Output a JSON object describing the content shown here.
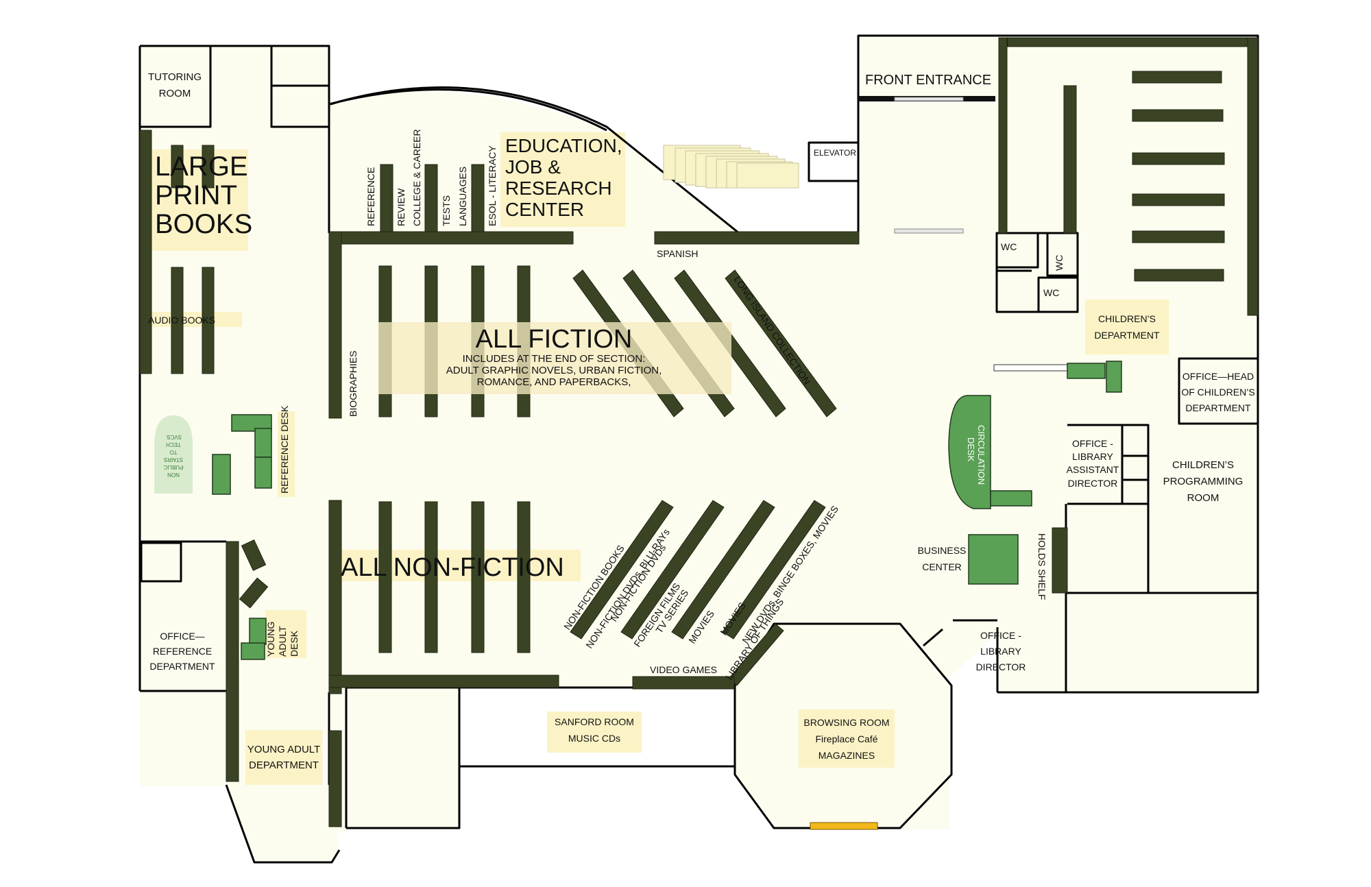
{
  "labels": {
    "tutoring_room": [
      "TUTORING",
      "ROOM"
    ],
    "large_print": [
      "LARGE",
      "PRINT",
      "BOOKS"
    ],
    "audio_books": "AUDIO BOOKS",
    "reference_desk": "REFERENCE DESK",
    "stairs_sign": [
      "NON",
      "PUBLIC",
      "STAIRS",
      "TO",
      "TECH",
      "SVCS."
    ],
    "office_reference": [
      "OFFICE—",
      "REFERENCE",
      "DEPARTMENT"
    ],
    "young_adult_desk": [
      "YOUNG",
      "ADULT",
      "DESK"
    ],
    "young_adult_dept": [
      "YOUNG ADULT",
      "DEPARTMENT"
    ],
    "edu_shelves": [
      "REFERENCE",
      "REVIEW",
      "COLLEGE & CAREER",
      "TESTS",
      "LANGUAGES",
      "ESOL  -  LITERACY"
    ],
    "edu_center": [
      "EDUCATION,",
      "JOB &",
      "RESEARCH",
      "CENTER"
    ],
    "elevator": "ELEVATOR",
    "front_entrance": "FRONT ENTRANCE",
    "spanish": "SPANISH",
    "biographies": "BIOGRAPHIES",
    "all_fiction": "ALL FICTION",
    "fiction_sub": [
      "INCLUDES AT THE END OF SECTION:",
      "ADULT GRAPHIC NOVELS, URBAN FICTION,",
      "ROMANCE,  AND PAPERBACKS,"
    ],
    "long_island": "LONG ISLAND COLLECTION",
    "all_nonfiction": "ALL NON-FICTION",
    "diag_labels": [
      "NON-FICTION BOOKS",
      "NON-FICTION DVDs, BLU-RAYs",
      "NON-FICTION DVDs",
      "FOREIGN FILMS",
      "TV SERIES",
      "MOVIES",
      "MOVIES",
      "NEW DVDs, BINGE BOXES, MOVIES",
      "LIBRARY OF THINGS"
    ],
    "video_games": "VIDEO GAMES",
    "sanford": [
      "SANFORD ROOM",
      "MUSIC CDs"
    ],
    "browsing": [
      "BROWSING ROOM",
      "Fireplace Café",
      "MAGAZINES"
    ],
    "wc": [
      "WC",
      "WC",
      "WC"
    ],
    "childrens_dept": [
      "CHILDREN’S",
      "DEPARTMENT"
    ],
    "office_head_children": [
      "OFFICE—HEAD",
      "OF CHILDREN’S",
      "DEPARTMENT"
    ],
    "circulation": [
      "CIRCULATION",
      "DESK"
    ],
    "office_assistant": [
      "OFFICE -",
      "LIBRARY",
      "ASSISTANT",
      "DIRECTOR"
    ],
    "childrens_programming": [
      "CHILDREN’S",
      "PROGRAMMING",
      "ROOM"
    ],
    "business_center": [
      "BUSINESS",
      "CENTER"
    ],
    "holds_shelf": "HOLDS SHELF",
    "office_director": [
      "OFFICE -",
      "LIBRARY",
      "DIRECTOR"
    ]
  },
  "colors": {
    "floor": "#fcfcef",
    "shelf": "#3a4424",
    "desk": "#5aa155",
    "label_highlight": "#fbf3c6",
    "fireplace": "#f2b81a"
  }
}
